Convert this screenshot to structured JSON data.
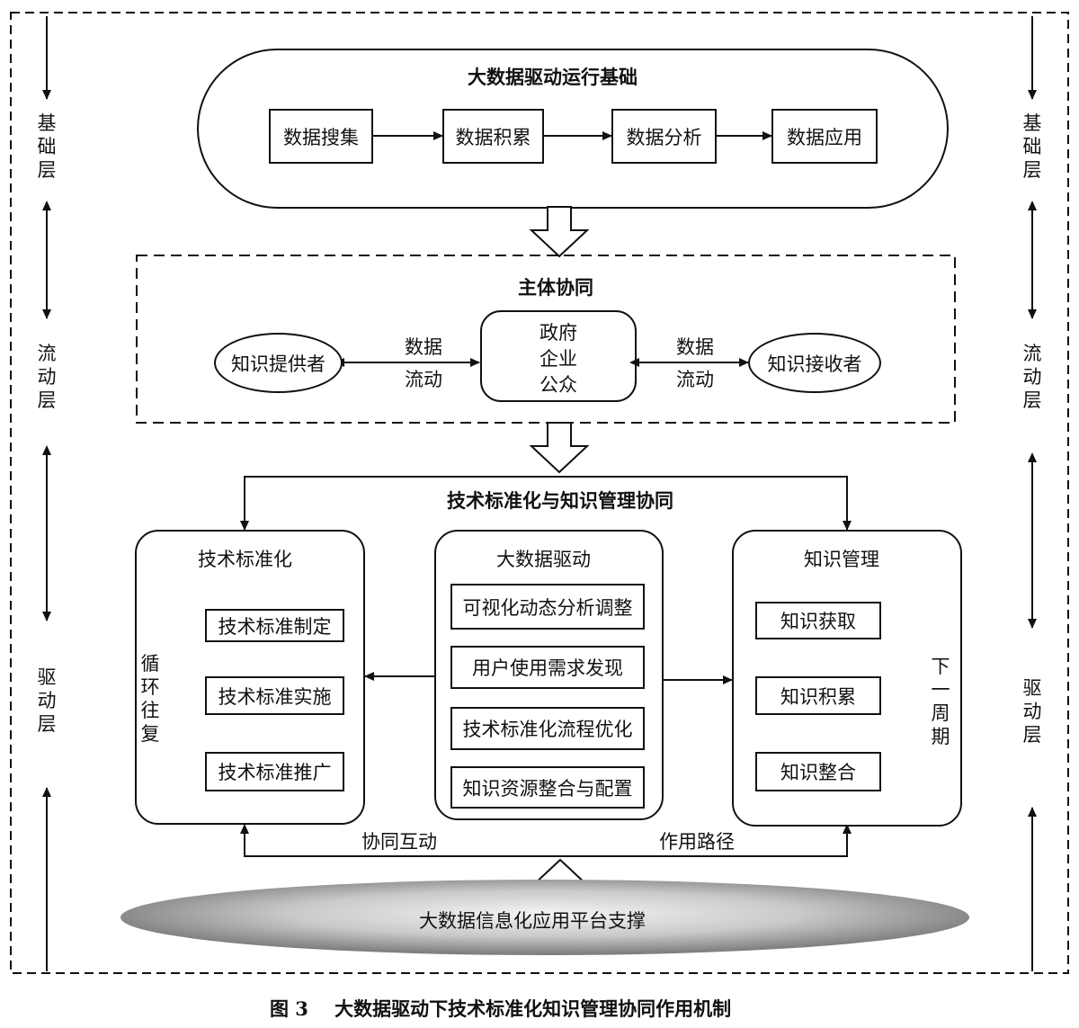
{
  "side_labels": {
    "left": [
      "基础层",
      "流动层",
      "驱动层"
    ],
    "right": [
      "基础层",
      "流动层",
      "驱动层"
    ]
  },
  "foundation": {
    "title": "大数据驱动运行基础",
    "steps": [
      "数据搜集",
      "数据积累",
      "数据分析",
      "数据应用"
    ]
  },
  "collaboration": {
    "title": "主体协同",
    "provider": "知识提供者",
    "receiver": "知识接收者",
    "center_lines": [
      "政府",
      "企业",
      "公众"
    ],
    "flow_left": [
      "数据",
      "流动"
    ],
    "flow_right": [
      "数据",
      "流动"
    ]
  },
  "drive": {
    "title": "技术标准化与知识管理协同",
    "tech": {
      "title": "技术标准化",
      "items": [
        "技术标准制定",
        "技术标准实施",
        "技术标准推广"
      ],
      "cycle_label": "循环往复"
    },
    "bigdata": {
      "title": "大数据驱动",
      "items": [
        "可视化动态分析调整",
        "用户使用需求发现",
        "技术标准化流程优化",
        "知识资源整合与配置"
      ]
    },
    "knowledge": {
      "title": "知识管理",
      "items": [
        "知识获取",
        "知识积累",
        "知识整合"
      ],
      "cycle_label": "下一周期"
    },
    "bottom_left_label": "协同互动",
    "bottom_right_label": "作用路径"
  },
  "platform": "大数据信息化应用平台支撑",
  "caption": "图 3    大数据驱动下技术标准化知识管理协同作用机制"
}
